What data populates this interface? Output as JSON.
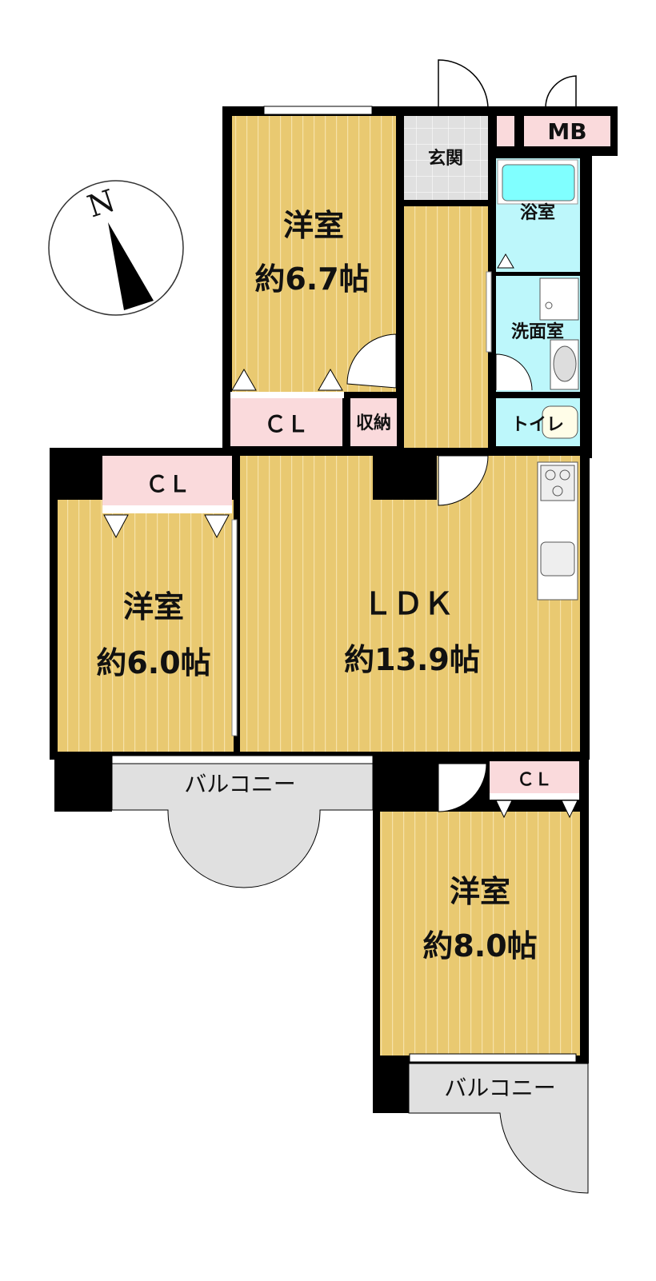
{
  "compass": {
    "label": "N"
  },
  "rooms": {
    "western1": {
      "name": "洋室",
      "size": "約6.7帖"
    },
    "western2": {
      "name": "洋室",
      "size": "約6.0帖"
    },
    "western3": {
      "name": "洋室",
      "size": "約8.0帖"
    },
    "ldk": {
      "name": "ＬＤＫ",
      "size": "約13.9帖"
    },
    "entrance": "玄関",
    "bath": "浴室",
    "washroom": "洗面室",
    "toilet": "トイレ",
    "storage": "収納",
    "mb": "MB",
    "cl1": "ＣＬ",
    "cl2": "ＣＬ",
    "cl3": "ＣＬ",
    "balcony1": "バルコニー",
    "balcony2": "バルコニー"
  },
  "colors": {
    "wood": "#E9C971",
    "pink": "#FADADC",
    "aqua": "#BDF7FB",
    "tub": "#80FFFF",
    "gray": "#E0E0E0"
  }
}
